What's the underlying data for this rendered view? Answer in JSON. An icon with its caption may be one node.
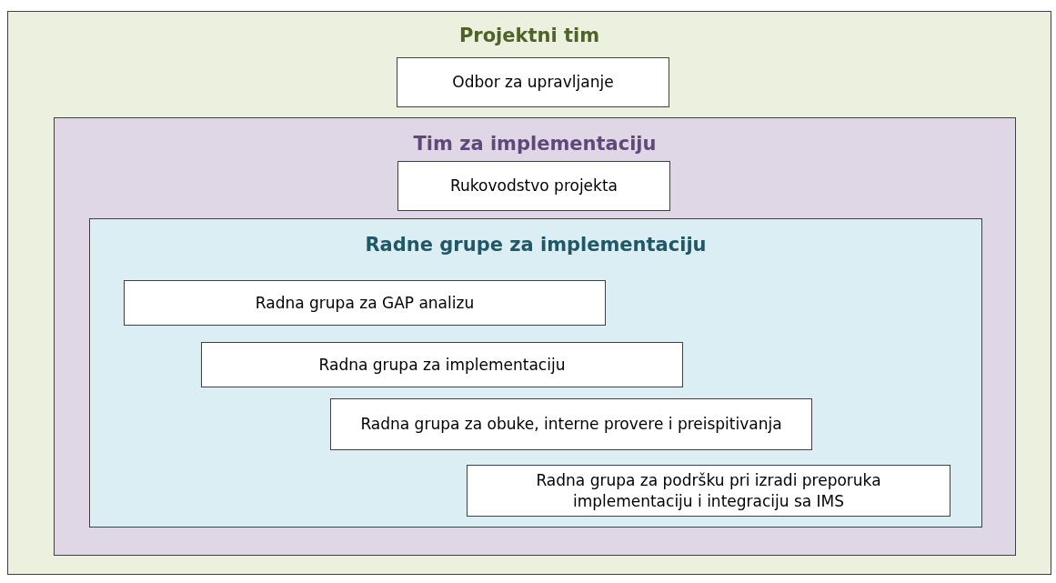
{
  "diagram": {
    "nodes": [
      {
        "text": [
          "Projektni tim"
        ]
      },
      {
        "text": [
          "Odbor za upravljanje"
        ],
        "in": 0
      },
      {
        "text": [
          "Tim za implementaciju"
        ],
        "in": 0
      },
      {
        "text": [
          "Rukovodstvo projekta"
        ],
        "in": 2
      },
      {
        "text": [
          "Radne grupe za implementaciju"
        ],
        "in": 2
      },
      {
        "text": [
          "Radna grupa za GAP analizu"
        ],
        "in": 4
      },
      {
        "text": [
          "Radna grupa za implementaciju"
        ],
        "in": 4
      },
      {
        "text": [
          "Radna grupa za obuke, interne provere i preispitivanja"
        ],
        "in": 4
      },
      {
        "text": [
          "Radna grupa za podršku pri izradi preporuka implementaciju i integraciju sa IMS"
        ],
        "in": 4
      }
    ],
    "edges": []
  }
}
